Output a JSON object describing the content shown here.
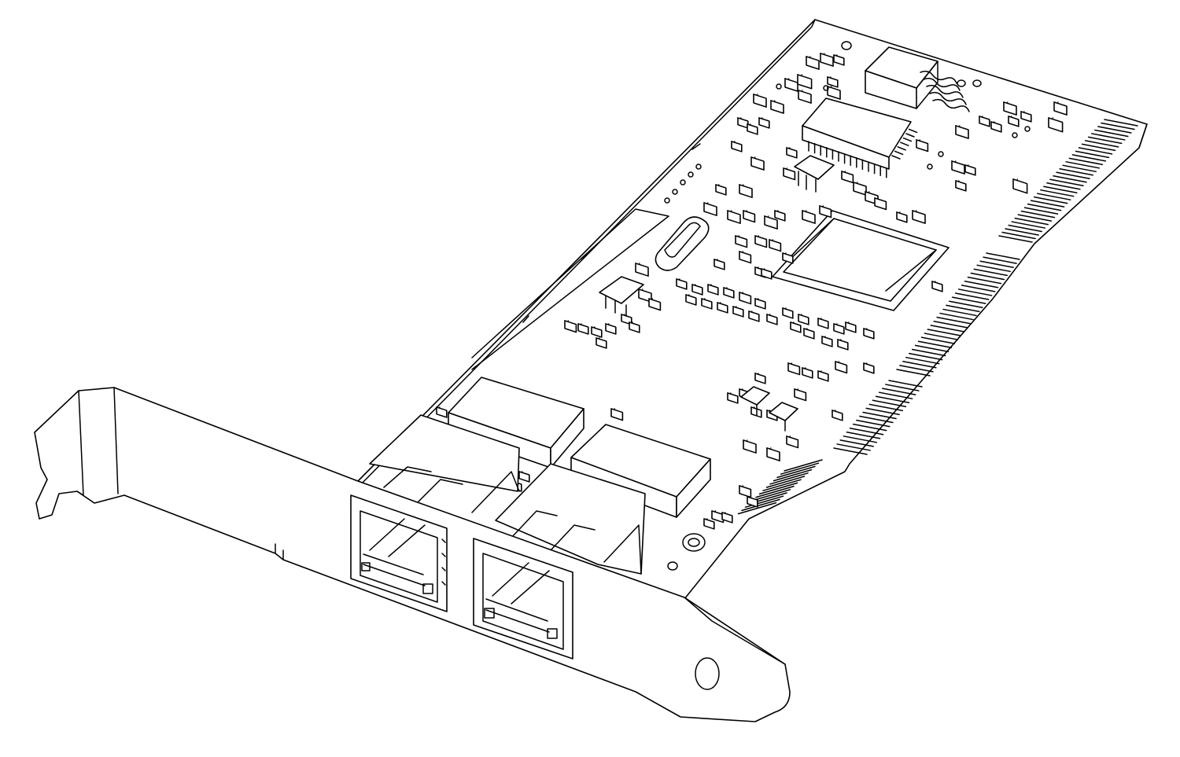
{
  "figure": {
    "subject": "dual-port-ethernet-pci-card",
    "style": "black line art on white",
    "colors": {
      "line": "#000000",
      "background": "#ffffff"
    },
    "ports": [
      {
        "name": "rj45-port-1"
      },
      {
        "name": "rj45-port-2"
      }
    ],
    "edge_connector": {
      "segments": 3
    },
    "main_chips": [
      "main-controller-chip",
      "qfp-chip",
      "top-chip"
    ]
  }
}
